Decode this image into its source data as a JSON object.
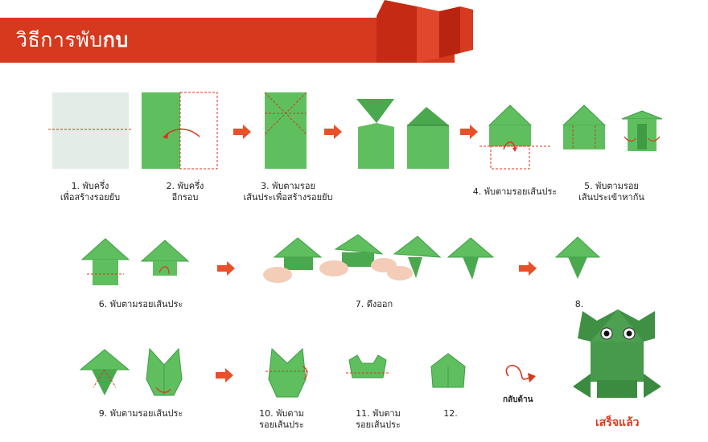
{
  "title": {
    "prefix": "วิธีการพับ",
    "bold": "กบ"
  },
  "steps": [
    {
      "line1": "1. พับครึ่ง",
      "line2": "เพื่อสร้างรอยยับ"
    },
    {
      "line1": "2. พับครึ่ง",
      "line2": "อีกรอบ"
    },
    {
      "line1": "3. พับตามรอย",
      "line2": "เส้นประเพื่อสร้างรอยยับ"
    },
    {
      "line1": "4. พับตามรอยเส้นประ",
      "line2": ""
    },
    {
      "line1": "5. พับตามรอย",
      "line2": "เส้นประเข้าหากัน"
    },
    {
      "line1": "6. พับตามรอยเส้นประ",
      "line2": ""
    },
    {
      "line1": "7. ดึงออก",
      "line2": ""
    },
    {
      "line1": "8.",
      "line2": ""
    },
    {
      "line1": "9. พับตามรอยเส้นประ",
      "line2": ""
    },
    {
      "line1": "10. พับตาม",
      "line2": "รอยเส้นประ"
    },
    {
      "line1": "11. พับตาม",
      "line2": "รอยเส้นประ"
    },
    {
      "line1": "12.",
      "line2": ""
    }
  ],
  "flip_label": "กลับด้าน",
  "done_label": "เสร็จแล้ว",
  "colors": {
    "banner": "#d7391e",
    "paper_green": "#5fbf5f",
    "paper_dark": "#3f9c45",
    "arrow": "#e8502a",
    "white_paper": "#e6efe9"
  }
}
